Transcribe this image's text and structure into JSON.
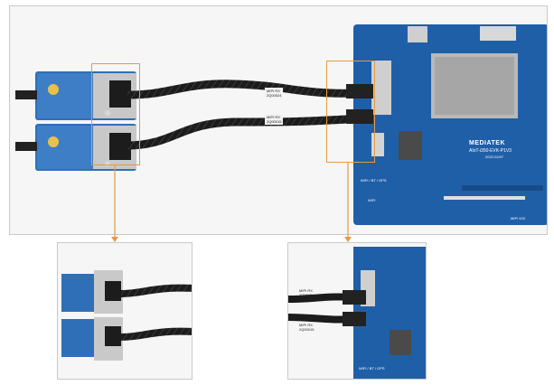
{
  "board": {
    "brand": "MEDIATEK",
    "model": "AIoT-i350-EVK-P1V3",
    "date": "2021/12/07",
    "silk_wifi": "WIFI / BT / GPS",
    "silk_misc": "WIFI",
    "silk_bottom": "MIPI DSI"
  },
  "cables": [
    {
      "tag_line1": "MIPI RX",
      "tag_line2": "2Q00024"
    },
    {
      "tag_line1": "MIPI RX",
      "tag_line2": "2Q00015"
    }
  ],
  "colors": {
    "highlight": "#e59a45",
    "pcb": "#1f5fa8",
    "pcb_dark": "#174c88",
    "cable": "#1c1c1c",
    "frame_border": "#c9c9c9"
  }
}
